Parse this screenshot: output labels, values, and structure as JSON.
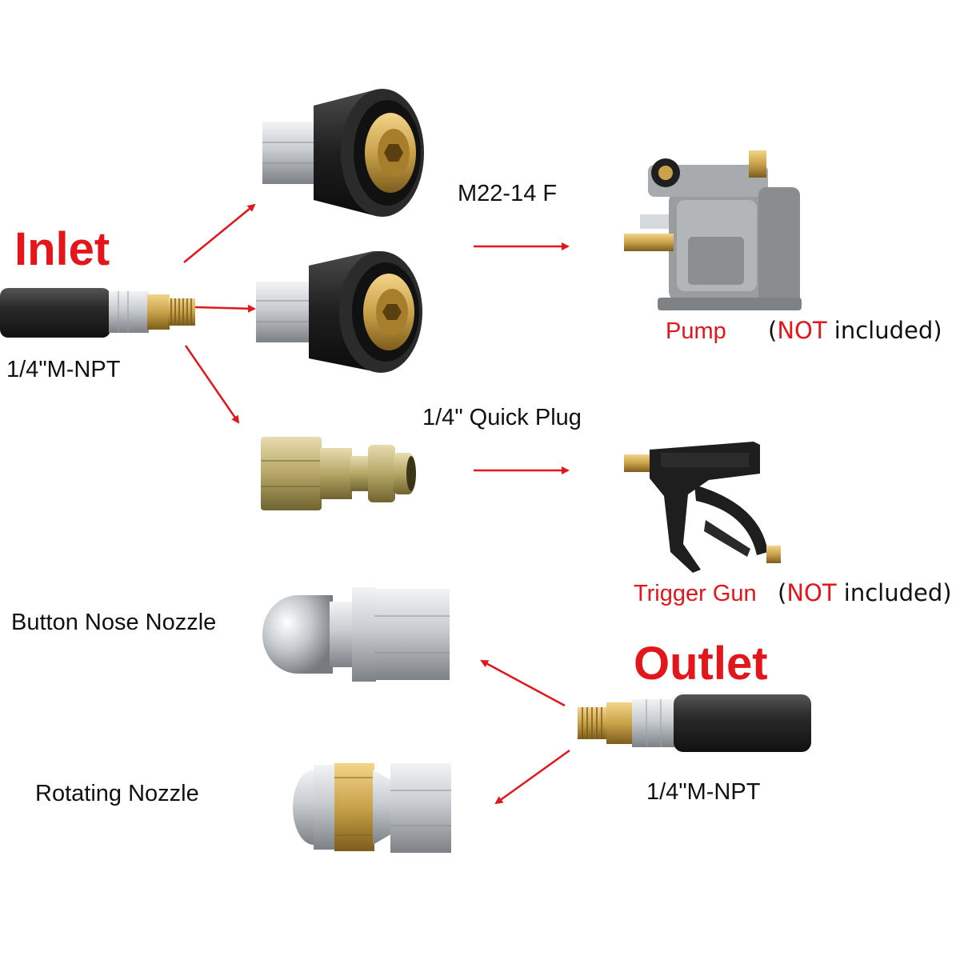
{
  "labels": {
    "inlet": "Inlet",
    "outlet": "Outlet",
    "inlet_thread": "1/4\"M-NPT",
    "outlet_thread": "1/4\"M-NPT",
    "m22": "M22-14 F",
    "quick_plug": "1/4\" Quick Plug",
    "button_nose": "Button Nose Nozzle",
    "rotating": "Rotating Nozzle",
    "pump": "Pump",
    "trigger_gun": "Trigger Gun",
    "not_included_open": "(",
    "not_word": "NOT",
    "not_included_rest": " included)"
  },
  "colors": {
    "accent_red": "#e3161b",
    "hose_black": "#2a2a2a",
    "brass": "#c9a24a",
    "steel": "#c8ccd0",
    "coupler_black": "#1f1f1f"
  },
  "icons": {
    "inlet_hose": "hose-with-male-npt-icon",
    "outlet_hose": "hose-with-male-npt-icon",
    "m22_coupler_top": "m22-female-coupler-icon",
    "m22_coupler_bottom": "m22-female-coupler-icon",
    "quick_plug": "quick-plug-icon",
    "pump": "pressure-washer-pump-icon",
    "trigger_gun": "trigger-gun-icon",
    "button_nose_nozzle": "button-nose-nozzle-icon",
    "rotating_nozzle": "rotating-nozzle-icon"
  }
}
